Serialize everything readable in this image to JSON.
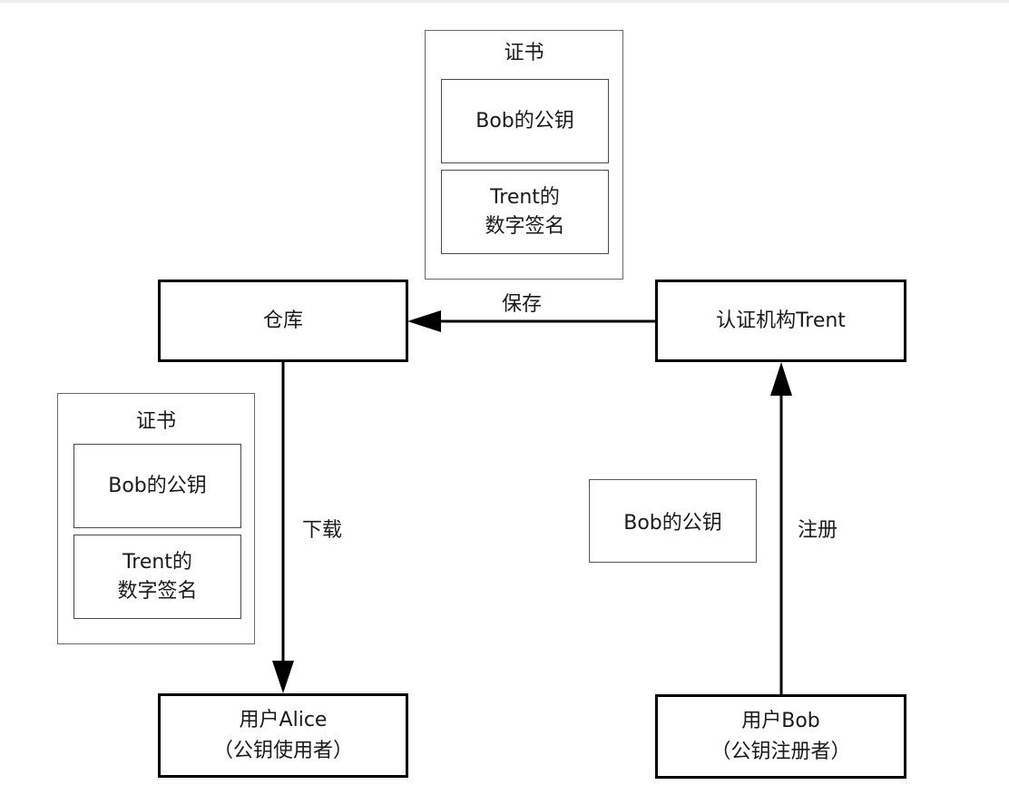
{
  "certificate": {
    "title": "证书",
    "public_key": "Bob的公钥",
    "signature_line1": "Trent的",
    "signature_line2": "数字签名"
  },
  "nodes": {
    "repository": "仓库",
    "ca": "认证机构Trent",
    "alice_line1": "用户Alice",
    "alice_line2": "（公钥使用者）",
    "bob_line1": "用户Bob",
    "bob_line2": "（公钥注册者）"
  },
  "bob_public_key": "Bob的公钥",
  "edges": {
    "save": "保存",
    "download": "下载",
    "register": "注册"
  }
}
